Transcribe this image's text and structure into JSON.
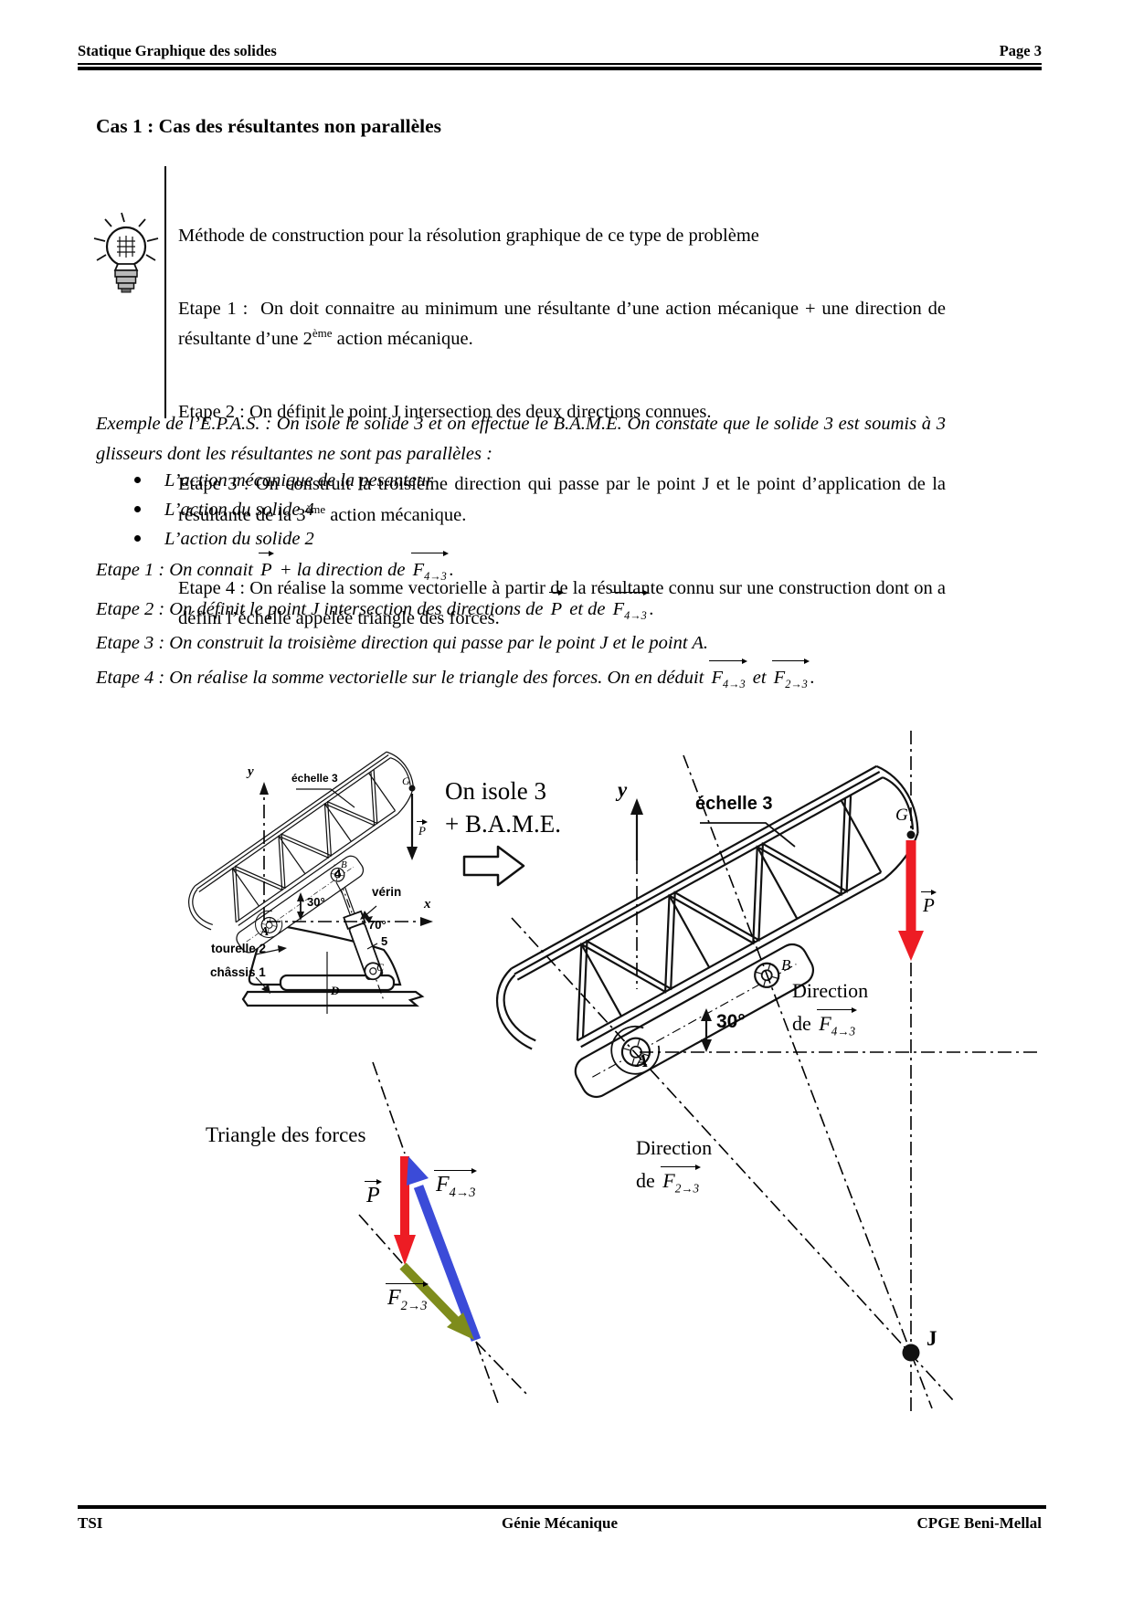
{
  "header": {
    "title": "Statique Graphique des solides",
    "page_label": "Page 3"
  },
  "content": {
    "section_title": "Cas 1 : Cas des résultantes non parallèles",
    "method": {
      "line_intro": "Méthode de construction pour la résolution graphique de ce type de problème",
      "e1_pre": "Etape 1 :  On doit connaitre au minimum une résultante d’une action mécanique + une direction de résultante d’une 2",
      "e1_sup": "ème",
      "e1_post": " action mécanique.",
      "e2": "Etape 2 : On définit le point J intersection des deux directions connues.",
      "e3_pre": "Etape 3 : On construit la troisième direction qui passe par le point J et le point d’application de la résultante de la 3",
      "e3_sup": "ème",
      "e3_post": " action mécanique.",
      "e4": "Etape 4 : On réalise la somme vectorielle à partir de la résultante connu sur une construction dont on a défini l’échelle appelée triangle des forces."
    },
    "example": {
      "intro": "Exemple de l’E.P.A.S. : On isole le solide 3 et on effectue le B.A.M.E. On constate que le solide 3 est soumis à 3 glisseurs dont les résultantes ne sont pas parallèles :",
      "bullets": [
        "L’action mécanique de la pesanteur",
        "L’action du solide 4",
        "L’action du solide 2"
      ]
    },
    "steps": {
      "s1_pre": "Etape 1 : On connait ",
      "s1_mid": " + la direction de ",
      "s1_end": ".",
      "s2_pre": "Etape 2 : On définit le point J intersection des directions de ",
      "s2_mid": " et de ",
      "s2_end": ".",
      "s3": "Etape 3 : On construit la troisième direction qui passe par le point J et le point A.",
      "s4_pre": "Etape 4 : On réalise la somme vectorielle sur le triangle des forces. On en déduit ",
      "s4_mid": " et ",
      "s4_end": "."
    },
    "math": {
      "P": "P",
      "F": "F",
      "sub43": "4→3",
      "sub23": "2→3"
    }
  },
  "figure": {
    "transition": {
      "line1": "On isole 3",
      "line2": "+ B.A.M.E."
    },
    "small": {
      "axis_y": "y",
      "axis_x": "x",
      "echelle": "échelle 3",
      "verin": "vérin",
      "tourelle": "tourelle 2",
      "chassis": "châssis 1",
      "num4": "4",
      "num5": "5",
      "angle30": "30°",
      "angle70": "70°",
      "A": "A",
      "B": "B",
      "C": "C",
      "D": "D",
      "G": "G",
      "P": "P"
    },
    "big": {
      "axis_y": "y",
      "echelle": "échelle 3",
      "angle30": "30°",
      "A": "A",
      "B": "B",
      "G": "G",
      "J": "J",
      "P": "P",
      "dir_word": "Direction",
      "dir_de": "de"
    },
    "triangle": {
      "label": "Triangle des forces",
      "P": "P"
    }
  },
  "footer": {
    "left": "TSI",
    "center": "Génie Mécanique",
    "right": "CPGE Beni-Mellal"
  },
  "colors": {
    "red": "#ED1C24",
    "blue": "#3B4BD8",
    "green": "#7E8C1C"
  }
}
